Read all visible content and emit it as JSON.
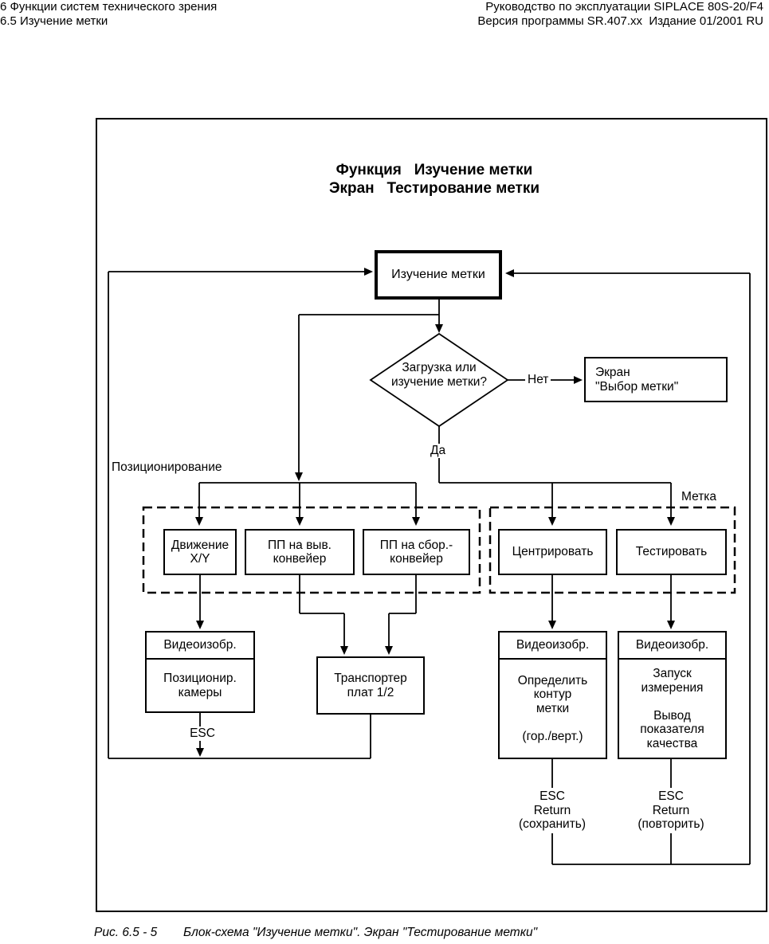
{
  "page": {
    "header": {
      "left": [
        "6 Функции систем технического зрения",
        "6.5 Изучение метки"
      ],
      "right": [
        "Руководство по эксплуатации SIPLACE 80S-20/F4",
        "Версия программы SR.407.xx  Издание 01/2001 RU"
      ]
    },
    "caption": {
      "figure_label": "Рис. 6.5 - 5",
      "figure_text": "Блок-схема \"Изучение метки\". Экран \"Тестирование метки\""
    }
  },
  "flowchart": {
    "title": [
      "Функция   Изучение метки",
      "Экран   Тестирование метки"
    ],
    "start_box": "Изучение метки",
    "decision": [
      "Загрузка или",
      "изучение метки?"
    ],
    "no_label": "Нет",
    "yes_label": "Да",
    "screen_box": [
      "Экран",
      "\"Выбор метки\""
    ],
    "screen_box_icon": "mark-circle-icon",
    "group_left_label": "Позиционирование",
    "group_right_label": "Метка",
    "box_move": [
      "Движение",
      "X/Y"
    ],
    "box_pcb_out": [
      "ПП на выв.",
      "конвейер"
    ],
    "box_pcb_pick": [
      "ПП на сбор.-",
      "конвейер"
    ],
    "box_center": "Центрировать",
    "box_test": "Тестировать",
    "video_left": {
      "header": "Видеоизобр.",
      "body": [
        "Позиционир.",
        "камеры"
      ]
    },
    "transport_box": [
      "Транспортер",
      "плат 1/2"
    ],
    "video_center": {
      "header": "Видеоизобр.",
      "body": [
        "Определить",
        "контур",
        "метки",
        "",
        "(гор./верт.)"
      ]
    },
    "video_right": {
      "header": "Видеоизобр.",
      "body": [
        "Запуск",
        "измерения",
        "",
        "Вывод",
        "показателя",
        "качества"
      ]
    },
    "esc_label": "ESC",
    "esc_return_save": [
      "ESC",
      "Return",
      "(сохранить)"
    ],
    "esc_return_repeat": [
      "ESC",
      "Return",
      "(повторить)"
    ]
  },
  "colors": {
    "ink": "#000000",
    "paper": "#ffffff"
  }
}
